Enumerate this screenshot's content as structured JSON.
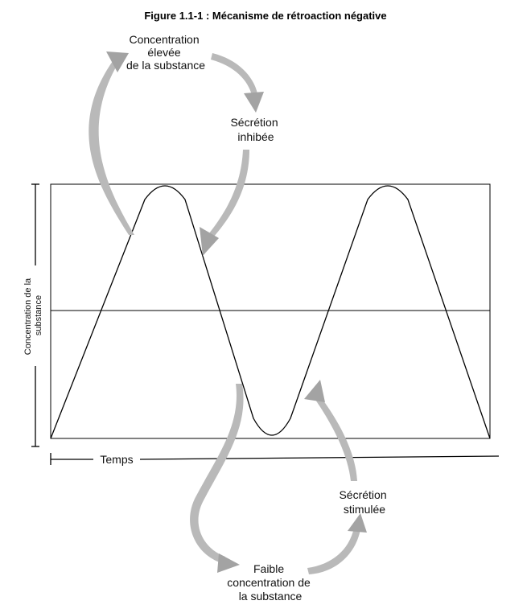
{
  "figure": {
    "title": "Figure 1.1-1 : Mécanisme de rétroaction négative",
    "y_axis_label": [
      "Concentration de la",
      "substance"
    ],
    "x_axis_label": "Temps",
    "states": {
      "high_concentration": [
        "Concentration",
        "élevée",
        "de la substance"
      ],
      "secretion_inhibited": [
        "Sécrétion",
        "inhibée"
      ],
      "low_concentration": [
        "Faible",
        "concentration de",
        "la substance"
      ],
      "secretion_stimulated": [
        "Sécrétion",
        "stimulée"
      ]
    }
  },
  "colors": {
    "arrow": "#b9b9b9",
    "line": "#000000"
  }
}
